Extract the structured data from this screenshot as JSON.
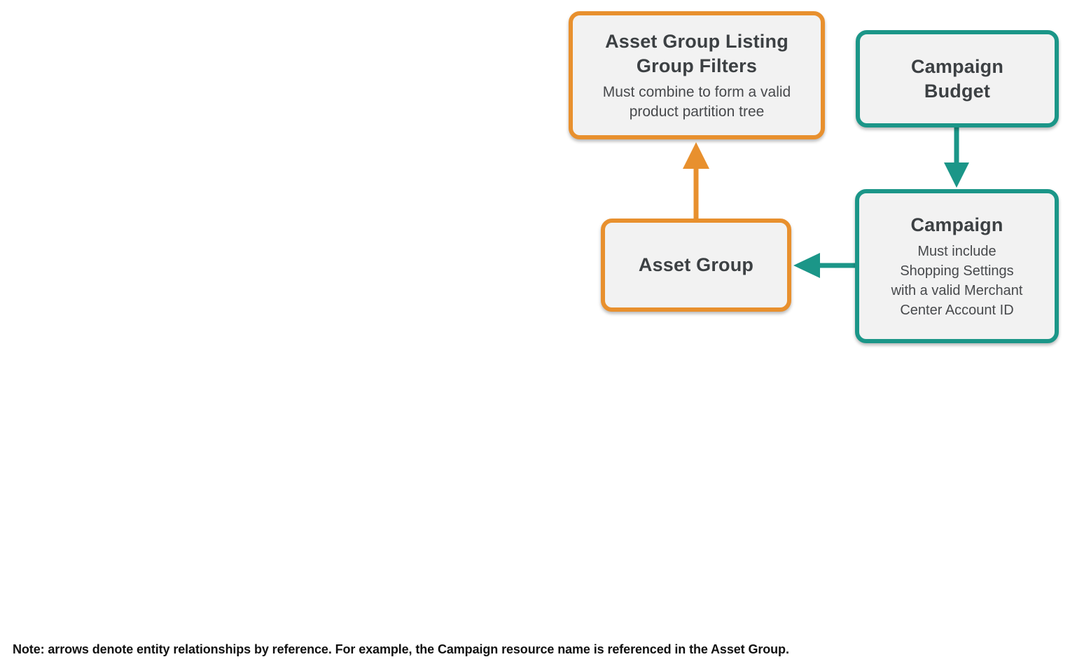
{
  "colors": {
    "orange": "#E8902E",
    "teal": "#1B9688",
    "box-bg": "#F2F2F2",
    "title-text": "#3C4043",
    "body-text": "#47494C",
    "note-text": "#111111",
    "page-bg": "#FFFFFF"
  },
  "diagram": {
    "nodes": [
      {
        "id": "asset-group-listing-group-filters",
        "title": "Asset Group Listing\nGroup Filters",
        "subtitle": "Must combine to form a valid\nproduct partition tree",
        "accent": "orange"
      },
      {
        "id": "campaign-budget",
        "title": "Campaign\nBudget",
        "subtitle": "",
        "accent": "teal"
      },
      {
        "id": "campaign",
        "title": "Campaign",
        "subtitle": "Must include\nShopping Settings\nwith a valid Merchant\nCenter Account ID",
        "accent": "teal"
      },
      {
        "id": "asset-group",
        "title": "Asset Group",
        "subtitle": "",
        "accent": "orange"
      }
    ],
    "edges": [
      {
        "from": "asset-group",
        "to": "asset-group-listing-group-filters",
        "color": "orange"
      },
      {
        "from": "campaign-budget",
        "to": "campaign",
        "color": "teal"
      },
      {
        "from": "campaign",
        "to": "asset-group",
        "color": "teal"
      }
    ]
  },
  "note": "Note: arrows denote entity relationships by reference. For example, the Campaign resource name is referenced in the Asset Group."
}
